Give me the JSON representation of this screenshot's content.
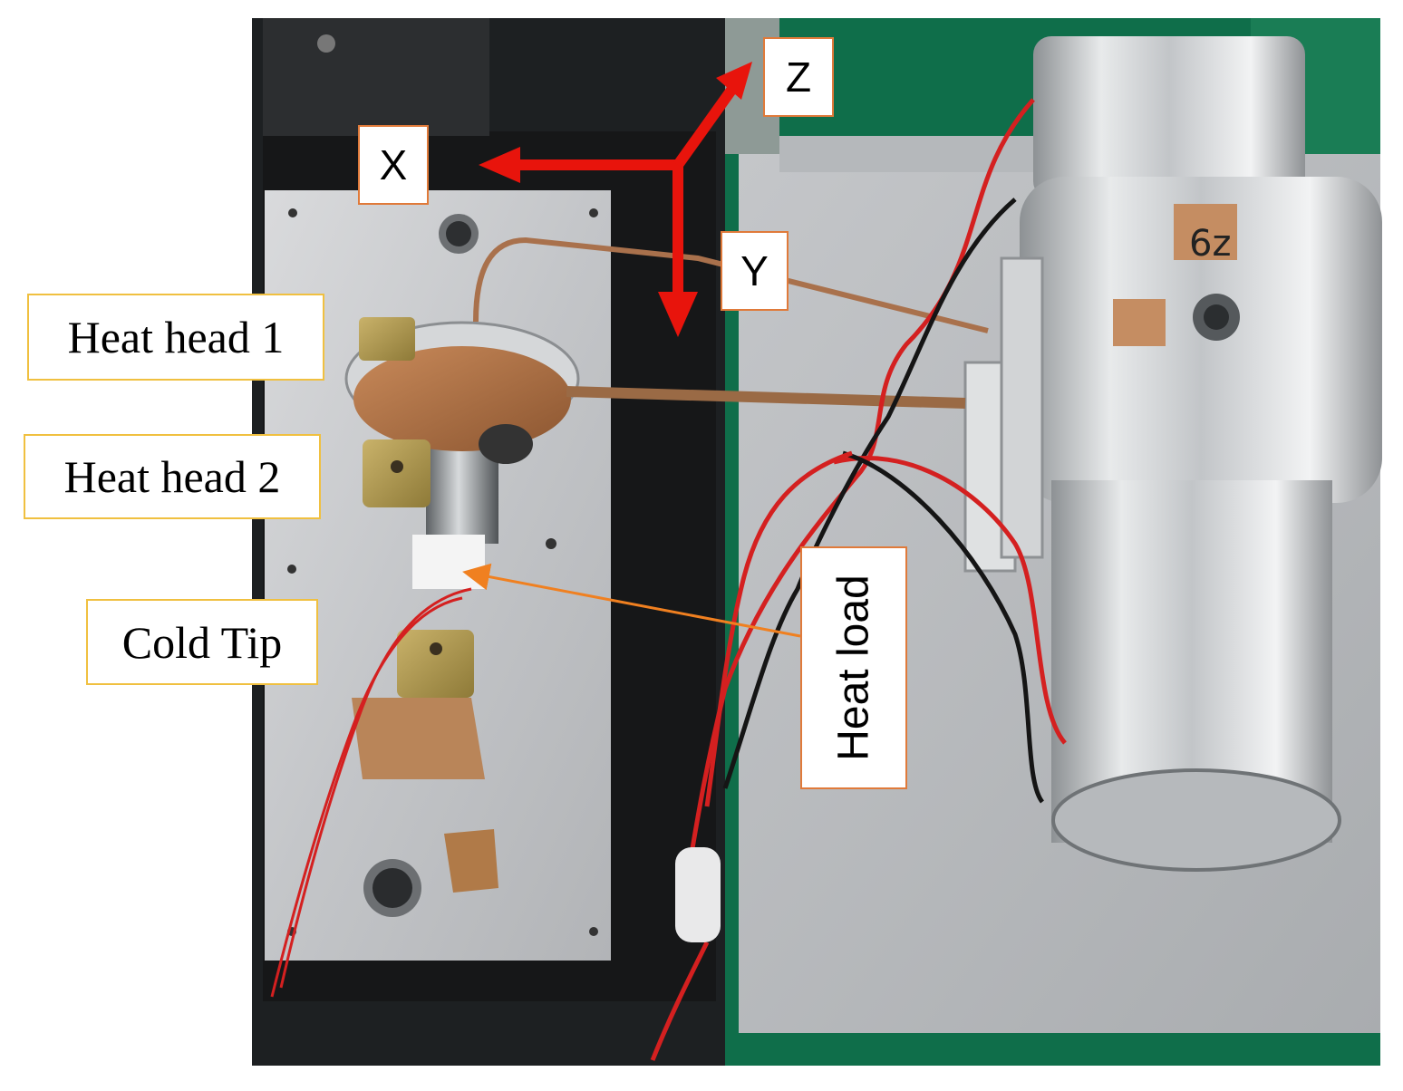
{
  "labels": {
    "heat_head_1": "Heat head 1",
    "heat_head_2": "Heat head 2",
    "cold_tip": "Cold Tip",
    "heat_load": "Heat load",
    "cylinder_mark": "6z"
  },
  "axes": {
    "x": "X",
    "y": "Y",
    "z": "Z"
  },
  "colors": {
    "arrow": "#e8140c",
    "callout_border": "#f0c040",
    "axis_border": "#e07a3a",
    "pointer_arrow": "#f08020"
  }
}
